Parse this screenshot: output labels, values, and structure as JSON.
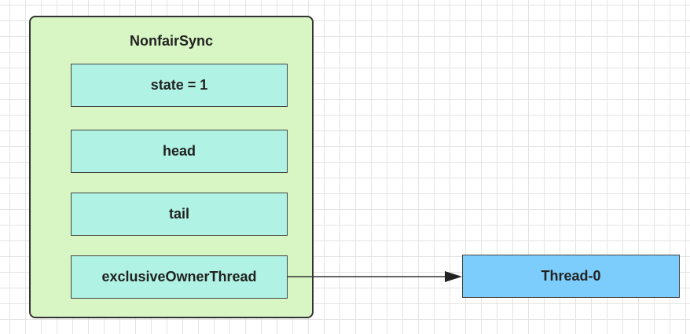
{
  "sync": {
    "title": "NonfairSync",
    "fields": [
      {
        "label": "state = 1"
      },
      {
        "label": "head"
      },
      {
        "label": "tail"
      },
      {
        "label": "exclusiveOwnerThread"
      }
    ]
  },
  "thread": {
    "label": "Thread-0"
  },
  "colors": {
    "container_fill": "#d8f5c4",
    "field_fill": "#b0f2e4",
    "thread_fill": "#7ccdfb",
    "stroke": "#333333"
  }
}
